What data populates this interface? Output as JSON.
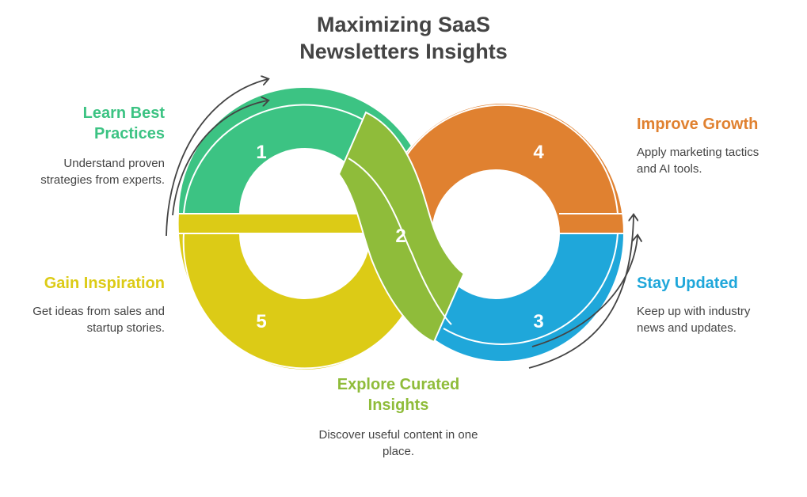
{
  "title": "Maximizing SaaS Newsletters Insights",
  "steps": [
    {
      "num": "1",
      "heading": "Learn Best Practices",
      "desc": "Understand proven strategies from experts.",
      "color": "#3cc383"
    },
    {
      "num": "2",
      "heading": "Explore Curated Insights",
      "desc": "Discover useful content in one place.",
      "color": "#8fbc3a"
    },
    {
      "num": "3",
      "heading": "Stay Updated",
      "desc": "Keep up with industry news and updates.",
      "color": "#1fa7da"
    },
    {
      "num": "4",
      "heading": "Improve Growth",
      "desc": "Apply marketing tactics and AI tools.",
      "color": "#e08130"
    },
    {
      "num": "5",
      "heading": "Gain Inspiration",
      "desc": "Get ideas from sales and startup stories.",
      "color": "#dccb16"
    }
  ]
}
